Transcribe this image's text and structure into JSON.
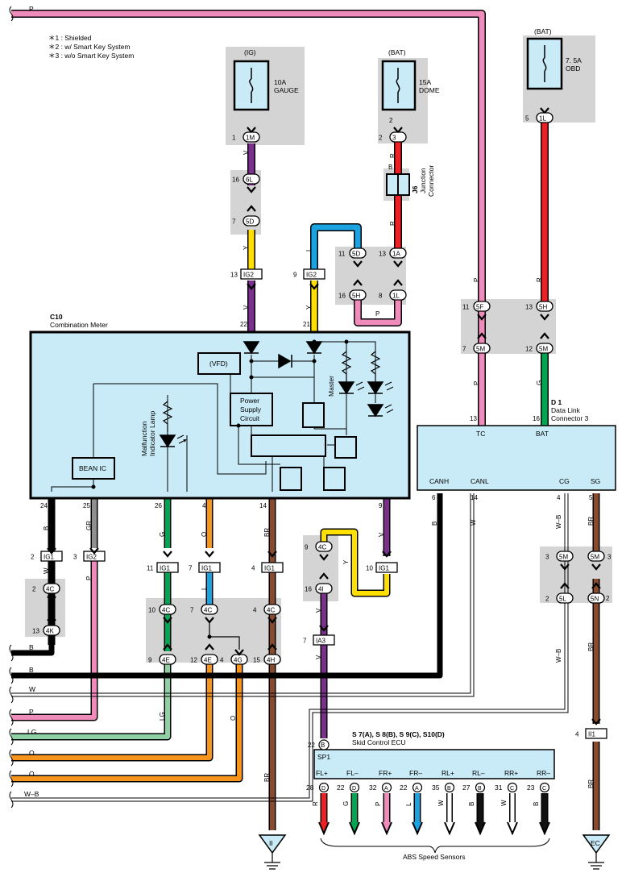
{
  "notes": [
    "＊1 : Shielded",
    "＊2 : w/ Smart Key System",
    "＊3 : w/o Smart Key System"
  ],
  "colors": {
    "P": "#f08cbc",
    "V": "#7d2f8e",
    "Y": "#ffe000",
    "L": "#1aa3e0",
    "R": "#ee2024",
    "G": "#00a651",
    "O": "#f7941d",
    "BR": "#8b4a2b",
    "LG": "#8fd1a5",
    "GR": "#909090",
    "B": "#111111",
    "W": "#ffffff",
    "panel": "#c9ebf7",
    "gray": "#d4d4d4"
  },
  "fuses": {
    "ig": {
      "source": "(IG)",
      "rating": "10A",
      "name": "GAUGE",
      "pin": "1",
      "conn": "1M"
    },
    "dome": {
      "source": "(BAT)",
      "rating": "15A",
      "name": "DOME",
      "pin": "2",
      "conn": "3"
    },
    "obd": {
      "source": "(BAT)",
      "rating": "7. 5A",
      "name": "OBD",
      "pin": "5",
      "conn": "1L"
    }
  },
  "junction_j6": {
    "id": "J6",
    "name1": "Junction",
    "name2": "Connector"
  },
  "combination_meter": {
    "id": "C10",
    "name": "Combination Meter",
    "vfd": "(VFD)",
    "power1": "Power",
    "power2": "Supply",
    "power3": "Circuit",
    "master": "Master",
    "malfunction1": "Malfunction",
    "malfunction2": "Indicator Lamp",
    "bean": "BEAN IC"
  },
  "dlc": {
    "id": "D 1",
    "name1": "Data Link",
    "name2": "Connector 3",
    "tc": "TC",
    "bat": "BAT",
    "canh": "CANH",
    "canl": "CANL",
    "cg": "CG",
    "sg": "SG"
  },
  "skid": {
    "id": "S 7(A), S 8(B), S 9(C), S10(D)",
    "name": "Skid Control ECU",
    "sp1": "SP1",
    "terminals": [
      "FL+",
      "FL–",
      "FR+",
      "FR–",
      "RL+",
      "RL–",
      "RR+",
      "RR–"
    ],
    "pins": [
      "28",
      "22",
      "32",
      "22",
      "35",
      "27",
      "31",
      "23"
    ],
    "conns": [
      "D",
      "D",
      "A",
      "A",
      "B",
      "B",
      "C",
      "C"
    ],
    "sensors_label": "ABS Speed Sensors"
  },
  "grounds": {
    "ii": "II",
    "ec": "EC"
  },
  "edge_wires": [
    "P",
    "B",
    "B",
    "W",
    "P",
    "LG",
    "O",
    "O",
    "W–B"
  ]
}
